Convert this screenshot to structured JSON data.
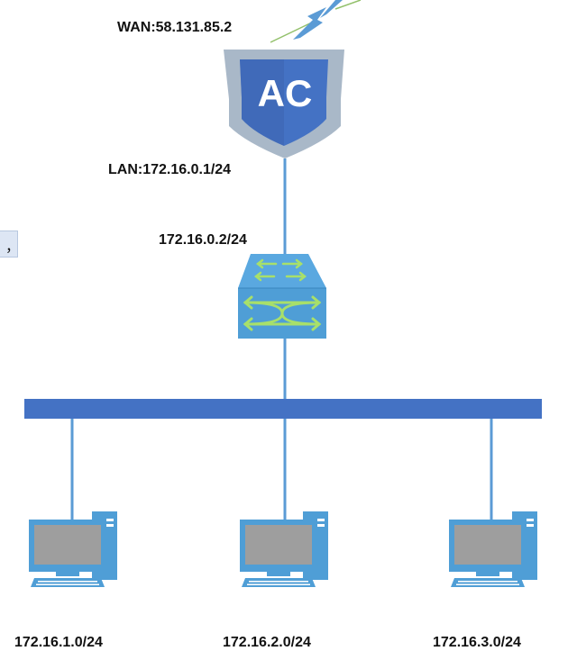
{
  "diagram": {
    "ac": {
      "label": "AC",
      "wan_label": "WAN:58.131.85.2",
      "lan_label": "LAN:172.16.0.1/24"
    },
    "switch": {
      "label": "172.16.0.2/24"
    },
    "hosts": [
      {
        "label": "172.16.1.0/24"
      },
      {
        "label": "172.16.2.0/24"
      },
      {
        "label": "172.16.3.0/24"
      }
    ],
    "side_mark": "，",
    "colors": {
      "bus": "#4472c4",
      "line": "#5b9bd5",
      "shield_outer": "#a9b8c8",
      "shield_inner": "#4472c4",
      "switch": "#4f9ed6",
      "arrow": "#a8e06a",
      "computer": "#4f9ed6",
      "screen": "#9e9e9e",
      "wan_link": "#5b9bd5",
      "wan_line": "#92c06a"
    }
  }
}
